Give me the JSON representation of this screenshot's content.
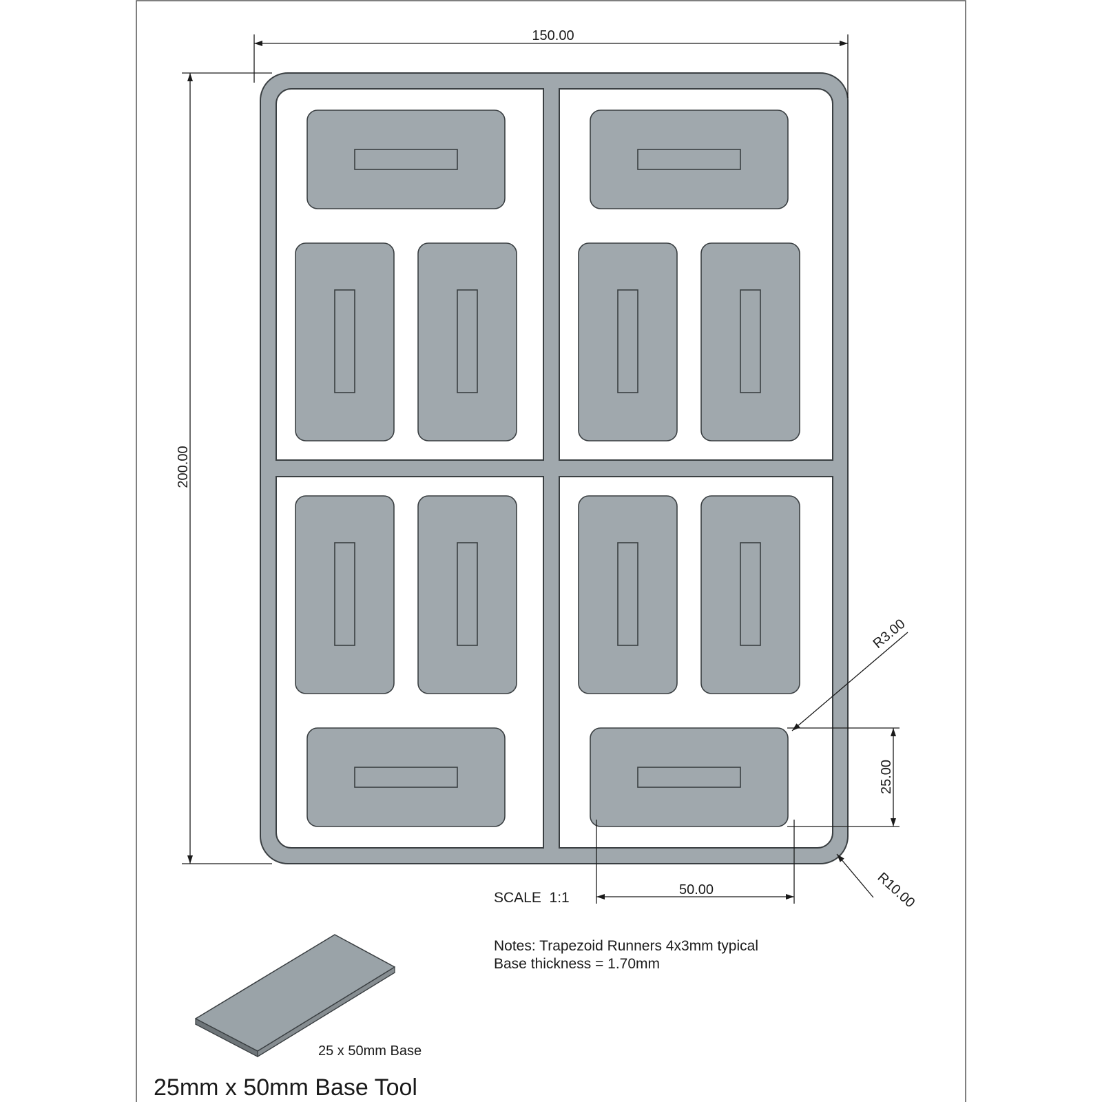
{
  "sheet": {
    "title": "25mm x 50mm Base Tool",
    "scale_label": "SCALE  1:1",
    "notes": [
      "Notes: Trapezoid Runners 4x3mm typical",
      "Base thickness = 1.70mm"
    ],
    "iso_label": "25 x 50mm Base"
  },
  "dimensions": {
    "overall_width": "150.00",
    "overall_height": "200.00",
    "base_length": "50.00",
    "base_width": "25.00",
    "base_radius": "R3.00",
    "frame_radius": "R10.00"
  },
  "colors": {
    "part_fill": "#a0a8ad",
    "part_stroke": "#3a3f42",
    "line": "#1a1a1a",
    "background": "#ffffff"
  },
  "layout": {
    "quadrants": 4,
    "bases_per_quadrant": 3,
    "base_orientations": [
      "horizontal",
      "vertical",
      "vertical"
    ]
  }
}
